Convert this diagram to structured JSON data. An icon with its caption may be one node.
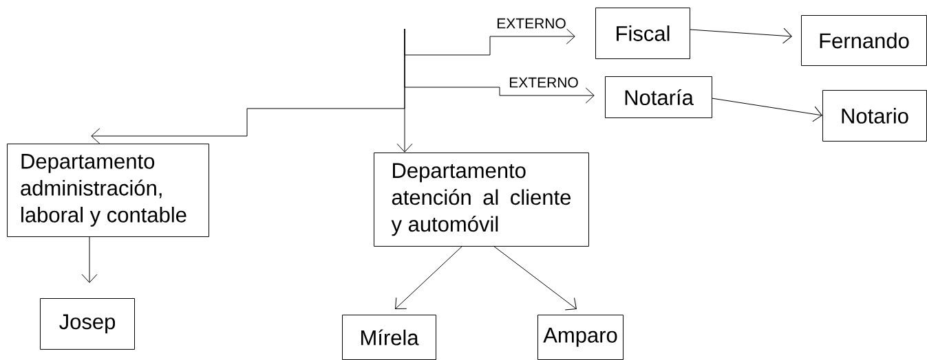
{
  "diagram": {
    "nodes": [
      {
        "text": [
          "Fiscal"
        ]
      },
      {
        "text": [
          "Fernando"
        ]
      },
      {
        "text": [
          "Notaría"
        ]
      },
      {
        "text": [
          "Notario"
        ]
      },
      {
        "text": [
          "Departamento administración, laboral y contable"
        ]
      },
      {
        "text": [
          "Departamento atención al cliente y automóvil"
        ]
      },
      {
        "text": [
          "Josep"
        ]
      },
      {
        "text": [
          "Mírela"
        ]
      },
      {
        "text": [
          "Amparo"
        ]
      }
    ],
    "edges": [
      {
        "from": null,
        "to": 0,
        "arrow": "to",
        "label": "EXTERNO"
      },
      {
        "from": 0,
        "to": 1,
        "arrow": "to"
      },
      {
        "from": null,
        "to": 2,
        "arrow": "to",
        "label": "EXTERNO"
      },
      {
        "from": 2,
        "to": 3,
        "arrow": "to"
      },
      {
        "from": null,
        "to": 4,
        "arrow": "to"
      },
      {
        "from": null,
        "to": 5,
        "arrow": "to"
      },
      {
        "from": 4,
        "to": 6,
        "arrow": "to"
      },
      {
        "from": 5,
        "to": 7,
        "arrow": "to"
      },
      {
        "from": 5,
        "to": 8,
        "arrow": "to"
      }
    ]
  }
}
